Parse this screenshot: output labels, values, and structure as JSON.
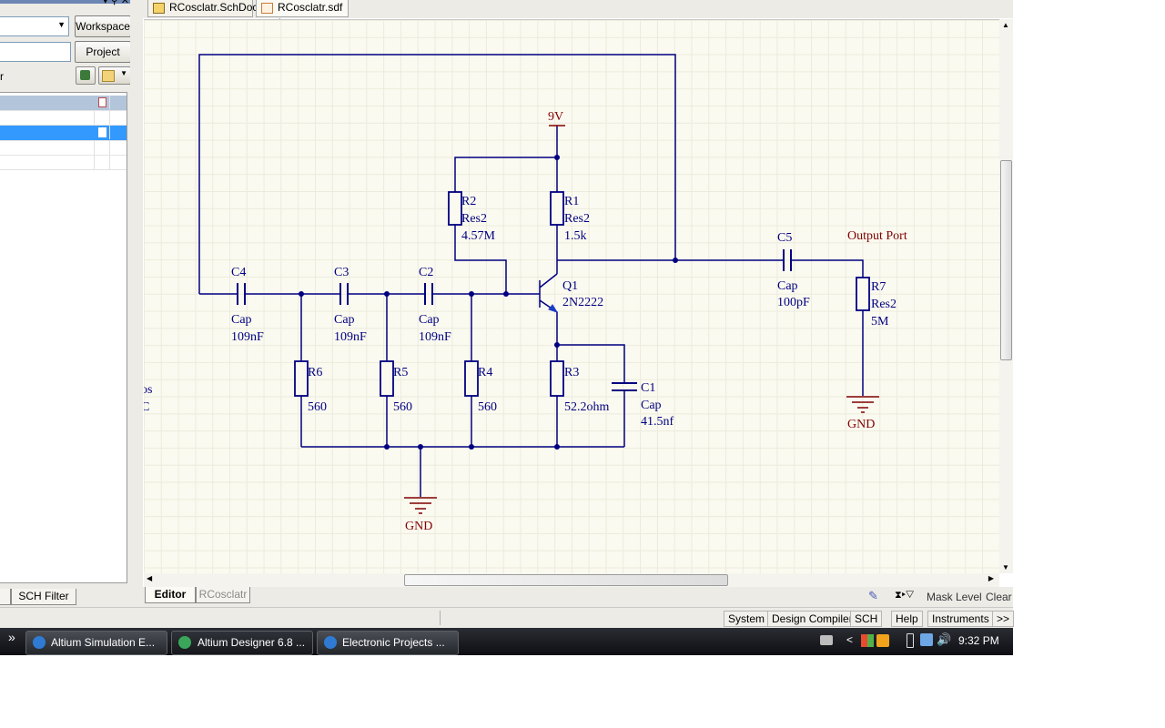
{
  "left_panel": {
    "workspace_button": "Workspace",
    "project_button": "Project",
    "filter_label": "r",
    "tabs": [
      {
        "label": ""
      },
      {
        "label": "SCH Filter"
      }
    ]
  },
  "document_tabs": [
    {
      "label": "RCosclatr.SchDoc"
    },
    {
      "label": "RCosclatr.sdf *"
    }
  ],
  "schematic": {
    "supply": {
      "label": "9V"
    },
    "components": {
      "R2": {
        "designator": "R2",
        "type": "Res2",
        "value": "4.57M"
      },
      "R1": {
        "designator": "R1",
        "type": "Res2",
        "value": "1.5k"
      },
      "C5": {
        "designator": "C5",
        "type": "Cap",
        "value": "100pF"
      },
      "C4": {
        "designator": "C4",
        "type": "Cap",
        "value": "109nF"
      },
      "C3": {
        "designator": "C3",
        "type": "Cap",
        "value": "109nF"
      },
      "C2": {
        "designator": "C2",
        "type": "Cap",
        "value": "109nF"
      },
      "Q1": {
        "designator": "Q1",
        "type": "2N2222"
      },
      "R7": {
        "designator": "R7",
        "type": "Res2",
        "value": "5M"
      },
      "R6": {
        "designator": "R6",
        "value": "560"
      },
      "R5": {
        "designator": "R5",
        "value": "560"
      },
      "R4": {
        "designator": "R4",
        "value": "560"
      },
      "R3": {
        "designator": "R3",
        "value": "52.2ohm"
      },
      "C1": {
        "designator": "C1",
        "type": "Cap",
        "value": "41.5nf"
      }
    },
    "output_port": "Output Port",
    "gnd_main": "GND",
    "gnd_out": "GND",
    "clipped_text_1": "os",
    "clipped_text_2": "C"
  },
  "editor_tabs": [
    {
      "label": "Editor"
    },
    {
      "label": "RCosclatr"
    }
  ],
  "editor_tools": {
    "mask_level": "Mask Level",
    "clear": "Clear"
  },
  "status_buttons": [
    "System",
    "Design Compiler",
    "SCH",
    "Help",
    "Instruments",
    ">>"
  ],
  "taskbar": {
    "items": [
      {
        "label": "Altium Simulation E..."
      },
      {
        "label": "Altium Designer 6.8 ..."
      },
      {
        "label": "Electronic Projects ..."
      }
    ],
    "clock": "9:32 PM",
    "chevron": "»"
  },
  "colors": {
    "wire": "#000080",
    "power": "#800000",
    "sheet_bg": "#fbfaf0"
  }
}
